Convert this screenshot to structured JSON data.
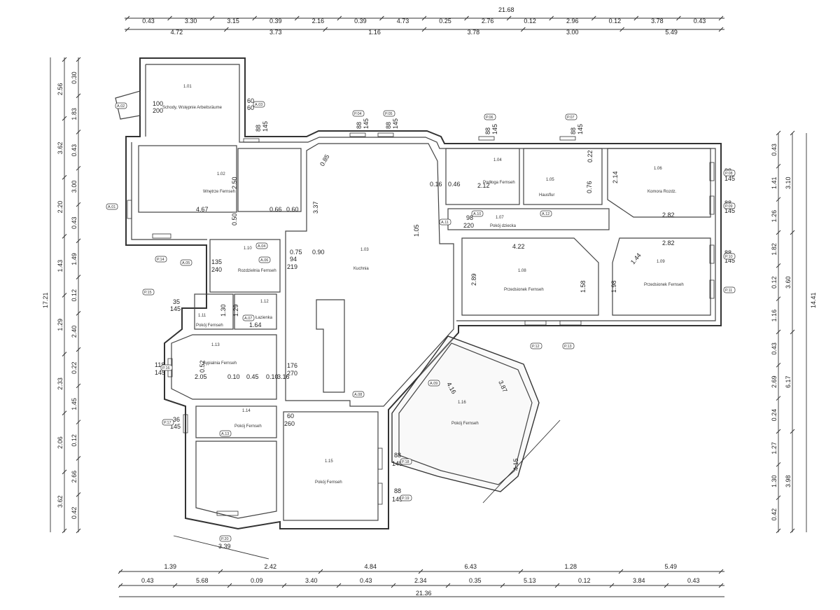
{
  "dimensions": {
    "top_total": "21.68",
    "top_row1": [
      "0.43",
      "3.30",
      "3.15",
      "0.39",
      "2.16",
      "0.39",
      "4.73",
      "0.25",
      "2.76",
      "0.12",
      "2.96",
      "0.12",
      "3.78",
      "0.43"
    ],
    "top_row2": [
      "4.72",
      "3.73",
      "1.16",
      "3.78",
      "3.00",
      "5.49"
    ],
    "bottom_row1": [
      "1.39",
      "2.42",
      "4.84",
      "6.43",
      "1.28",
      "5.49"
    ],
    "bottom_row2": [
      "0.43",
      "5.68",
      "0.09",
      "3.40",
      "0.43",
      "2.34",
      "0.35",
      "5.13",
      "0.12",
      "3.84",
      "0.43"
    ],
    "bottom_total": "21.36",
    "left_total": "17.21",
    "left_outer": [
      "2.56",
      "3.62",
      "2.20",
      "1.43",
      "1.29",
      "2.33",
      "2.06",
      "3.62"
    ],
    "left_inner": [
      "0.30",
      "1.83",
      "0.43",
      "3.00",
      "0.43",
      "1.49",
      "0.12",
      "2.40",
      "0.22",
      "1.45",
      "0.12",
      "2.66",
      "0.42"
    ],
    "right_total": "14.41",
    "right_outer": [
      "3.10",
      "3.60",
      "6.17",
      "3.98"
    ],
    "right_inner": [
      "0.43",
      "1.41",
      "1.26",
      "1.82",
      "0.12",
      "1.16",
      "0.43",
      "2.69",
      "0.24",
      "1.27",
      "1.30",
      "0.42"
    ],
    "diag_left": "3.39",
    "diag_right": "4.15"
  },
  "rooms": [
    {
      "id": "1.01",
      "name": "Schody, Wstępnie Arbeitsräume"
    },
    {
      "id": "1.02",
      "name": "Wnętrze Fernseh"
    },
    {
      "id": "1.03",
      "name": "Kuchnia"
    },
    {
      "id": "1.04",
      "name": "Podłoga Fernseh"
    },
    {
      "id": "1.05",
      "name": "Hausflur"
    },
    {
      "id": "1.06",
      "name": "Komora Rozdz."
    },
    {
      "id": "1.07",
      "name": "Pokój dziecka"
    },
    {
      "id": "1.08",
      "name": "Przedsionek Fernseh"
    },
    {
      "id": "1.09",
      "name": "Przedsionek Fernseh"
    },
    {
      "id": "1.10",
      "name": "Rozdzielnia Fernseh"
    },
    {
      "id": "1.11",
      "name": "Pokój Fernseh"
    },
    {
      "id": "1.12",
      "name": "Łazienka"
    },
    {
      "id": "1.13",
      "name": "Sypialnia Fernseh"
    },
    {
      "id": "1.14",
      "name": "Pokój Fernseh"
    },
    {
      "id": "1.15",
      "name": "Pokój Fernseh"
    },
    {
      "id": "1.16",
      "name": "Pokój Fernseh"
    }
  ],
  "openings": [
    {
      "w": "100",
      "h": "200"
    },
    {
      "w": "60",
      "h": "60"
    },
    {
      "w": "88",
      "h": "145"
    },
    {
      "w": "88",
      "h": "145"
    },
    {
      "w": "88",
      "h": "145"
    },
    {
      "w": "88",
      "h": "145"
    },
    {
      "w": "88",
      "h": "145"
    },
    {
      "w": "88",
      "h": "145"
    },
    {
      "w": "88",
      "h": "145"
    },
    {
      "w": "88",
      "h": "145"
    },
    {
      "w": "118",
      "h": "145"
    },
    {
      "w": "36",
      "h": "145"
    },
    {
      "w": "88",
      "h": "145"
    },
    {
      "w": "88",
      "h": "145"
    },
    {
      "w": "135",
      "h": "240"
    },
    {
      "w": "94",
      "h": "219"
    },
    {
      "w": "176",
      "h": "270"
    },
    {
      "w": "60",
      "h": "260"
    },
    {
      "w": "98",
      "h": "220"
    },
    {
      "w": "35",
      "h": "145"
    }
  ],
  "inner_dims": {
    "d467": "4.67",
    "d250": "2.50",
    "d050": "0.50",
    "d066": "0.66",
    "d060": "0.60",
    "d337": "3.37",
    "d085": "0.85",
    "d090": "0.90",
    "d075": "0.75",
    "d105": "1.05",
    "d016": "0.16",
    "d046": "0.46",
    "d212": "2.12",
    "d214": "2.14",
    "d282a": "2.82",
    "d282b": "2.82",
    "d422": "4.22",
    "d289": "2.89",
    "d158": "1.58",
    "d198": "1.98",
    "d144": "1.44",
    "d076": "0.76",
    "d022": "0.22",
    "d205": "2.05",
    "d010a": "0.10",
    "d010b": "0.10",
    "d045": "0.45",
    "d316": "3.16",
    "d164": "1.64",
    "d416": "4.16",
    "d387": "3.87",
    "d130": "1.30",
    "d129": "1.29",
    "d052": "0.52"
  },
  "wall_tags": [
    "P.04",
    "P.05",
    "P.06",
    "P.07",
    "P.08",
    "P.09",
    "P.10",
    "P.11",
    "P.12",
    "P.13",
    "P.14",
    "P.15",
    "P.16",
    "P.17",
    "P.18",
    "P.19",
    "P.20",
    "A.01",
    "A.02",
    "A.03",
    "A.04",
    "A.05",
    "A.06",
    "A.07",
    "A.08",
    "A.09",
    "A.10",
    "A.11",
    "A.12",
    "A.13"
  ]
}
